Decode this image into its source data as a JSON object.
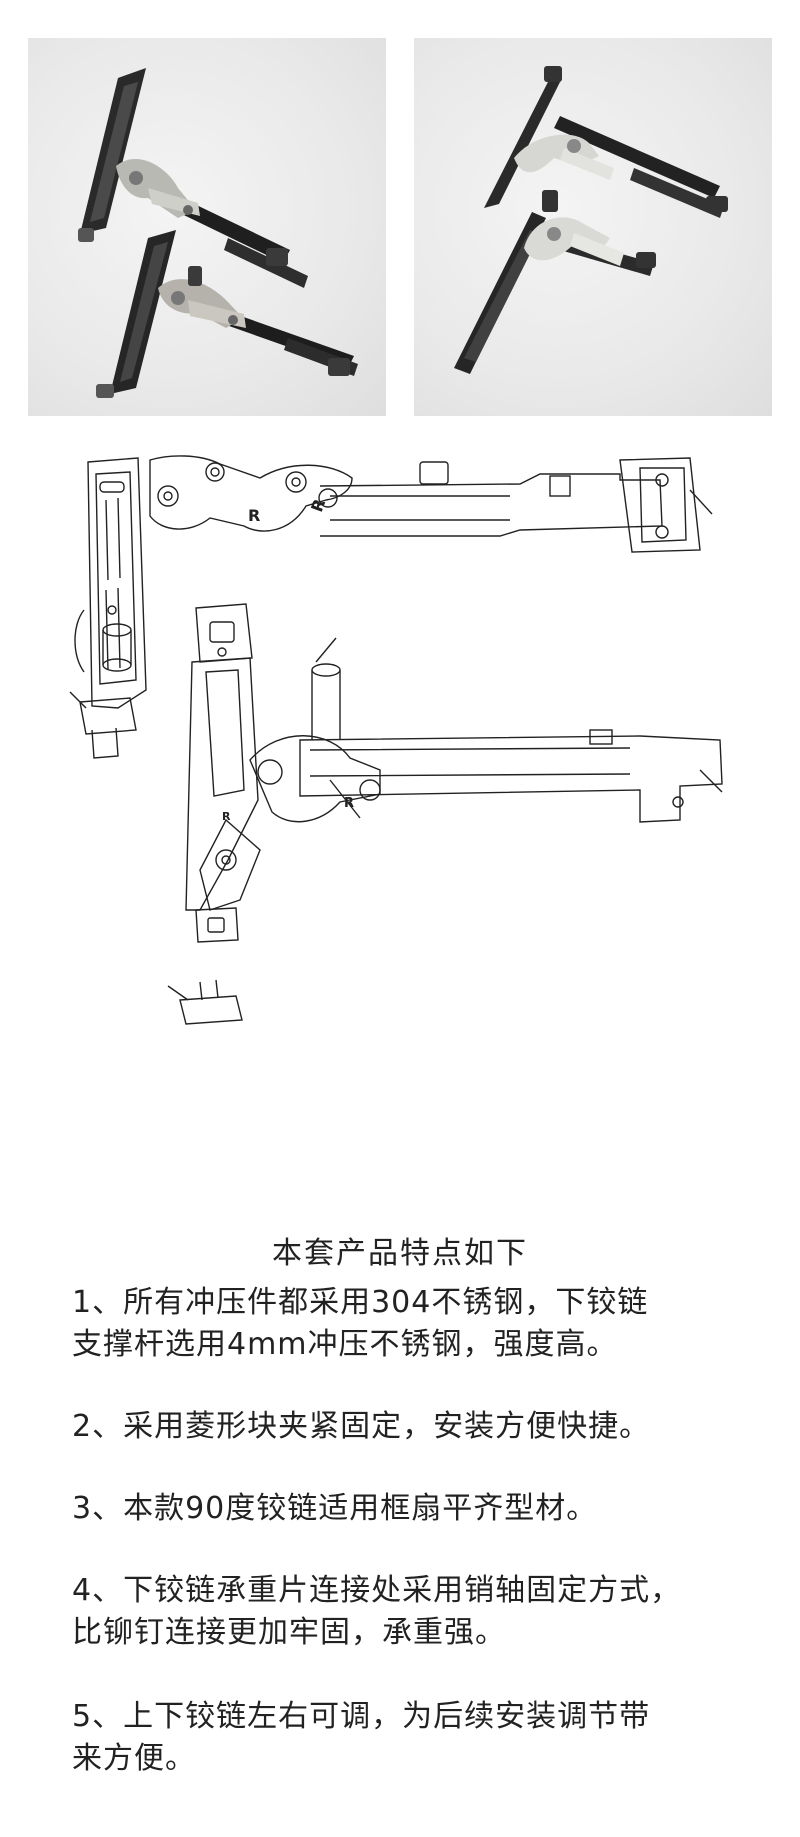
{
  "content": {
    "heading": "本套产品特点如下",
    "features": [
      {
        "line1": "1、所有冲压件都采用304不锈钢，下铰链",
        "line2": "支撑杆选用4mm冲压不锈钢，强度高。"
      },
      {
        "line1": "2、采用菱形块夹紧固定，安装方便快捷。",
        "line2": ""
      },
      {
        "line1": "3、本款90度铰链适用框扇平齐型材。",
        "line2": ""
      },
      {
        "line1": "4、下铰链承重片连接处采用销轴固定方式，",
        "line2": "比铆钉连接更加牢固，承重强。"
      },
      {
        "line1": "5、上下铰链左右可调，为后续安装调节带",
        "line2": "来方便。"
      }
    ]
  },
  "drawing": {
    "upper_mark": "R",
    "upper_mark_rotated": "R",
    "lower_mark": "R",
    "lower_mark_small": "R"
  }
}
